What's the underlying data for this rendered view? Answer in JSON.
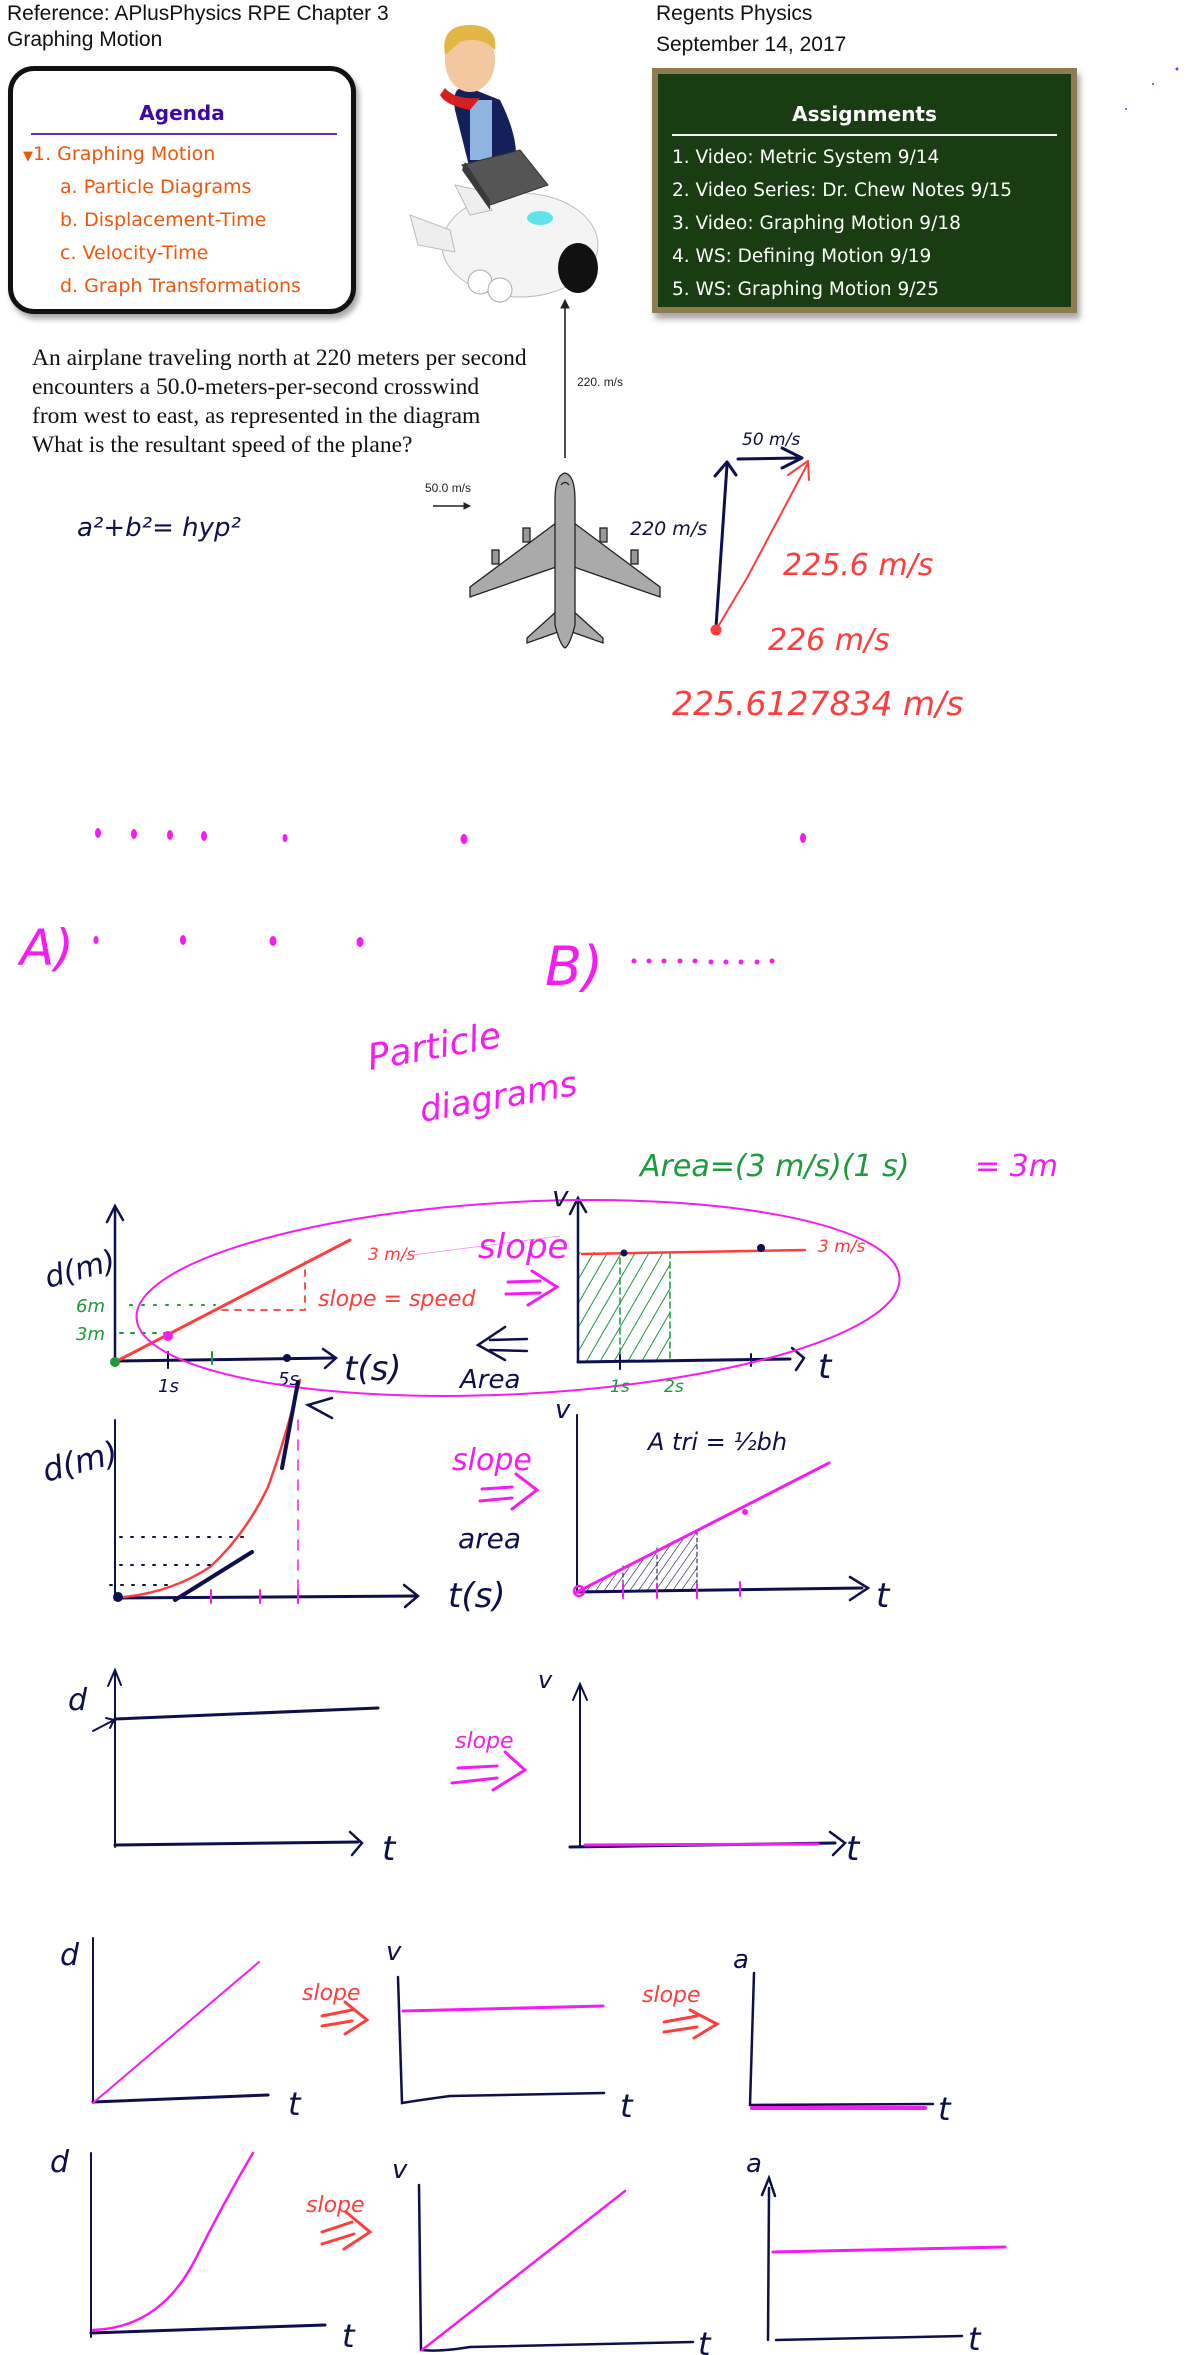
{
  "header": {
    "reference": "Reference: APlusPhysics RPE Chapter 3",
    "topic": "Graphing Motion",
    "course": "Regents Physics",
    "date": "September 14, 2017"
  },
  "agenda": {
    "title": "Agenda",
    "items": [
      {
        "label": "1. Graphing Motion",
        "expanded": true
      },
      {
        "label": "a. Particle Diagrams"
      },
      {
        "label": "b. Displacement-Time"
      },
      {
        "label": "c. Velocity-Time"
      },
      {
        "label": "d. Graph Transformations"
      }
    ]
  },
  "assignments": {
    "title": "Assignments",
    "items": [
      "1.  Video: Metric System 9/14",
      "2. Video Series: Dr. Chew Notes 9/15",
      "3. Video: Graphing Motion 9/18",
      "4. WS: Defining Motion 9/19",
      "5. WS: Graphing Motion 9/25"
    ]
  },
  "problem": {
    "lines": [
      "An airplane traveling north at 220 meters per second",
      "encounters a 50.0-meters-per-second crosswind",
      "from west to east, as represented in the diagram",
      "What is the resultant speed of the plane?"
    ],
    "north_label": "220. m/s",
    "wind_label": "50.0 m/s"
  },
  "notes": {
    "pythagoras": "a²+b²= hyp²",
    "vec_wind": "50 m/s",
    "vec_north": "220 m/s",
    "answer1": "225.6 m/s",
    "answer2": "226 m/s",
    "answer3": "225.6127834 m/s",
    "label_a": "A)",
    "label_b": "B)",
    "particle1": "Particle",
    "particle2": "diagrams",
    "g1": {
      "ylabel": "d(m)",
      "y6": "6m",
      "y3": "3m",
      "x1": "1s",
      "x5": "5s",
      "xlabel": "t(s)",
      "slope_val": "3 m/s",
      "slope_eq": "slope = speed"
    },
    "slope": "slope",
    "area": "Area",
    "g2": {
      "ylabel": "v",
      "val": "3 m/s",
      "x1": "1s",
      "x2": "2s",
      "xlabel": "t",
      "area_eq": "Area=(3 m/s)(1 s)",
      "area_res": "= 3m"
    },
    "g3": {
      "ylabel": "d(m)",
      "xlabel": "t(s)",
      "slope": "slope",
      "area": "area"
    },
    "g4": {
      "ylabel": "v",
      "xlabel": "t",
      "tri": "A tri = ½bh"
    },
    "g5": {
      "ylabel": "d",
      "xlabel": "t",
      "slope": "slope"
    },
    "g6": {
      "ylabel": "v",
      "xlabel": "t"
    },
    "r4": {
      "d": "d",
      "t1": "t",
      "slope1": "slope",
      "v": "v",
      "t2": "t",
      "slope2": "slope",
      "a": "a",
      "t3": "t"
    },
    "r5": {
      "d": "d",
      "t1": "t",
      "slope1": "slope",
      "v": "v",
      "t2": "t",
      "a": "a",
      "t3": "t"
    }
  },
  "colors": {
    "ink_navy": "#0e0f4d",
    "ink_red": "#ff3d3d",
    "ink_magenta": "#f41cf0",
    "ink_green": "#1c9a3c",
    "agenda_orange": "#f0560a",
    "agenda_purple": "#3d0aa6",
    "board_green": "#1a3c12"
  }
}
